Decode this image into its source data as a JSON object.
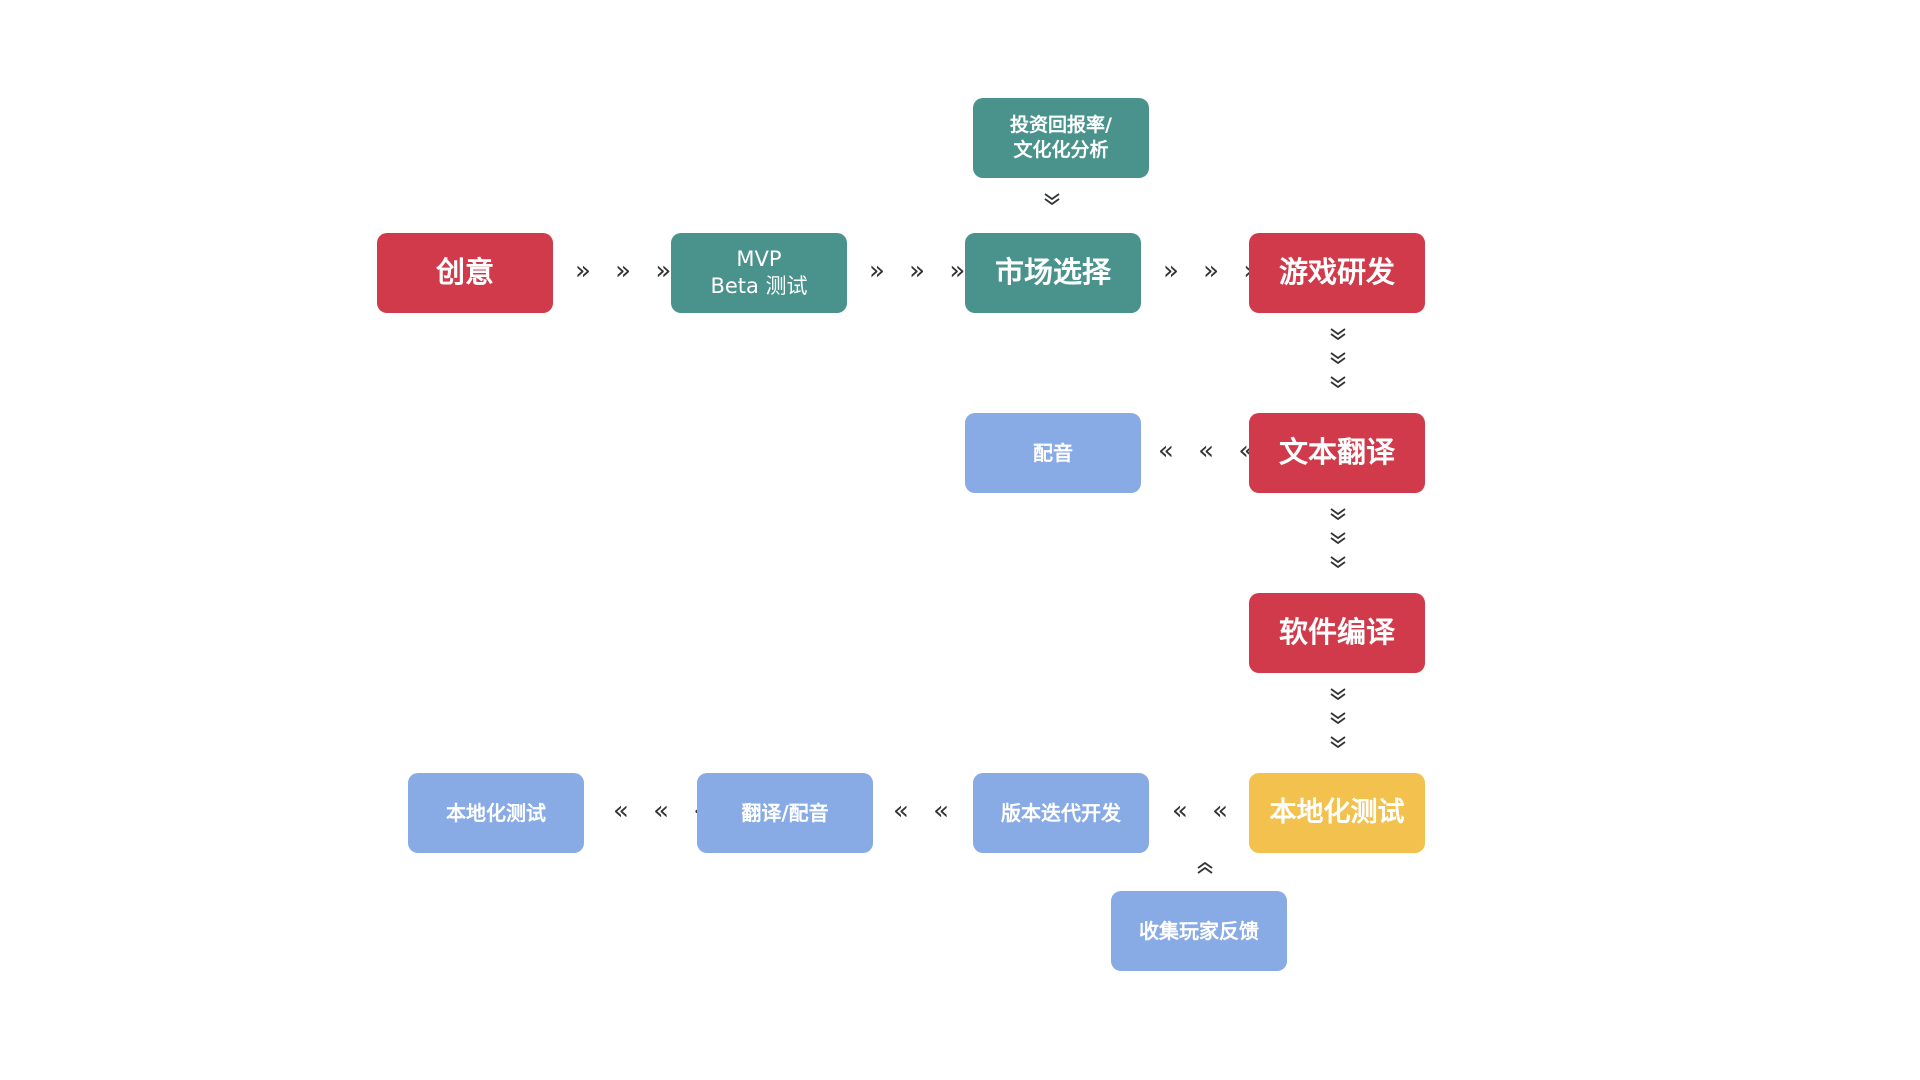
{
  "nodes": {
    "idea": {
      "label": "创意"
    },
    "mvp": {
      "line1": "MVP",
      "line2": "Beta 测试"
    },
    "market": {
      "label": "市场选择"
    },
    "roi": {
      "line1": "投资回报率/",
      "line2": "文化化分析"
    },
    "dev": {
      "label": "游戏研发"
    },
    "voice": {
      "label": "配音"
    },
    "translate": {
      "label": "文本翻译"
    },
    "compile": {
      "label": "软件编译"
    },
    "loc_test_main": {
      "label": "本地化测试"
    },
    "iteration": {
      "label": "版本迭代开发"
    },
    "trans_voice": {
      "label": "翻译/配音"
    },
    "loc_test_end": {
      "label": "本地化测试"
    },
    "feedback": {
      "label": "收集玩家反馈"
    }
  },
  "colors": {
    "red": "#d13a4a",
    "teal": "#4a938d",
    "blue": "#88abe6",
    "yellow": "#f2c14e",
    "arrow": "#333333"
  },
  "arrows": {
    "right": "» » »",
    "left": "« « «"
  }
}
